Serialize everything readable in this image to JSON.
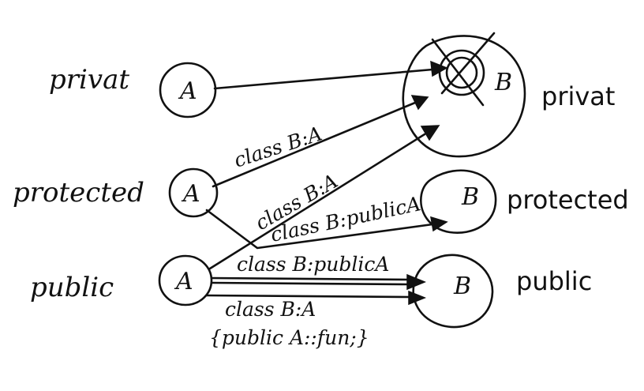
{
  "left_labels": {
    "privat": "privat",
    "protected": "protected",
    "public": "public"
  },
  "right_labels": {
    "privat": "privat",
    "protected": "protected",
    "public": "public"
  },
  "nodes": {
    "a_privat": "A",
    "a_protected": "A",
    "a_public": "A",
    "b_privat": "B",
    "b_protected": "B",
    "b_public": "B"
  },
  "edges": {
    "protected_to_privat": "class B:A",
    "public_to_privat": "class B:A",
    "protected_to_protected": "class B:publicA",
    "public_to_public_1": "class B:publicA",
    "public_to_public_2_line1": "class B:A",
    "public_to_public_2_line2": "{public A::fun;}"
  }
}
